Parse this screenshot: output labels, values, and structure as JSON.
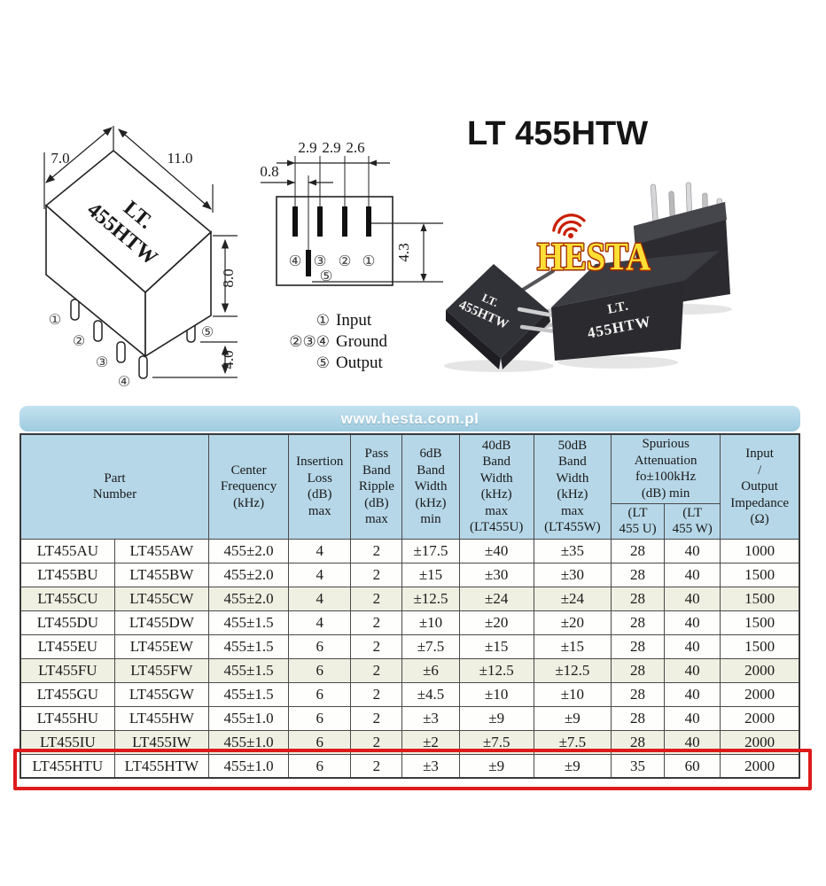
{
  "title": "LT 455HTW",
  "banner": {
    "url": "www.hesta.com.pl"
  },
  "logo": {
    "text": "HESTA"
  },
  "drawing_3d": {
    "dim_width": "7.0",
    "dim_length": "11.0",
    "dim_height": "8.0",
    "dim_pin": "4.0",
    "label_line1": "LT.",
    "label_line2": "455HTW",
    "pin1": "①",
    "pin2": "②",
    "pin3": "③",
    "pin4": "④",
    "pin5": "⑤"
  },
  "footprint": {
    "dim_pitch_a": "2.9",
    "dim_pitch_b": "2.9",
    "dim_pitch_c": "2.6",
    "dim_offset": "0.8",
    "dim_drop": "4.3",
    "pin1": "①",
    "pin2": "②",
    "pin3": "③",
    "pin4": "④",
    "pin5": "⑤"
  },
  "pinout_legend": [
    {
      "pins": "①",
      "label": "Input"
    },
    {
      "pins": "②③④",
      "label": "Ground"
    },
    {
      "pins": "⑤",
      "label": "Output"
    }
  ],
  "photo": {
    "left_label_line1": "LT.",
    "left_label_line2": "455HTW",
    "mid_label_line1": "LT.",
    "mid_label_line2": "455HTW"
  },
  "table": {
    "headers": {
      "part_number": "Part\nNumber",
      "center_frequency": "Center\nFrequency\n(kHz)",
      "insertion_loss": "Insertion\nLoss\n(dB)\nmax",
      "pass_band_ripple": "Pass\nBand\nRipple\n(dB)\nmax",
      "bw_6db": "6dB\nBand\nWidth\n(kHz)\nmin",
      "bw_40db": "40dB\nBand\nWidth\n(kHz)\nmax\n(LT455U)",
      "bw_50db": "50dB\nBand\nWidth\n(kHz)\nmax\n(LT455W)",
      "spurious": "Spurious\nAttenuation\nfo±100kHz\n(dB) min",
      "spurious_u": "(LT\n455 U)",
      "spurious_w": "(LT\n455 W)",
      "impedance": "Input\n/\nOutput\nImpedance\n(Ω)"
    },
    "rows": [
      [
        "LT455AU",
        "LT455AW",
        "455±2.0",
        "4",
        "2",
        "±17.5",
        "±40",
        "±35",
        "28",
        "40",
        "1000"
      ],
      [
        "LT455BU",
        "LT455BW",
        "455±2.0",
        "4",
        "2",
        "±15",
        "±30",
        "±30",
        "28",
        "40",
        "1500"
      ],
      [
        "LT455CU",
        "LT455CW",
        "455±2.0",
        "4",
        "2",
        "±12.5",
        "±24",
        "±24",
        "28",
        "40",
        "1500"
      ],
      [
        "LT455DU",
        "LT455DW",
        "455±1.5",
        "4",
        "2",
        "±10",
        "±20",
        "±20",
        "28",
        "40",
        "1500"
      ],
      [
        "LT455EU",
        "LT455EW",
        "455±1.5",
        "6",
        "2",
        "±7.5",
        "±15",
        "±15",
        "28",
        "40",
        "1500"
      ],
      [
        "LT455FU",
        "LT455FW",
        "455±1.5",
        "6",
        "2",
        "±6",
        "±12.5",
        "±12.5",
        "28",
        "40",
        "2000"
      ],
      [
        "LT455GU",
        "LT455GW",
        "455±1.5",
        "6",
        "2",
        "±4.5",
        "±10",
        "±10",
        "28",
        "40",
        "2000"
      ],
      [
        "LT455HU",
        "LT455HW",
        "455±1.0",
        "6",
        "2",
        "±3",
        "±9",
        "±9",
        "28",
        "40",
        "2000"
      ],
      [
        "LT455IU",
        "LT455IW",
        "455±1.0",
        "6",
        "2",
        "±2",
        "±7.5",
        "±7.5",
        "28",
        "40",
        "2000"
      ],
      [
        "LT455HTU",
        "LT455HTW",
        "455±1.0",
        "6",
        "2",
        "±3",
        "±9",
        "±9",
        "35",
        "60",
        "2000"
      ]
    ],
    "shaded_row_indices": [
      2,
      5,
      8
    ],
    "highlighted_row_index": 9
  },
  "colors": {
    "header_blue": "#b6d7e8",
    "banner_blue": "#9ecbdf",
    "row_shade": "#efefe2",
    "highlight_red": "#dd1b1b",
    "logo_yellow": "#ffdf35",
    "logo_outline": "#a02b00"
  }
}
